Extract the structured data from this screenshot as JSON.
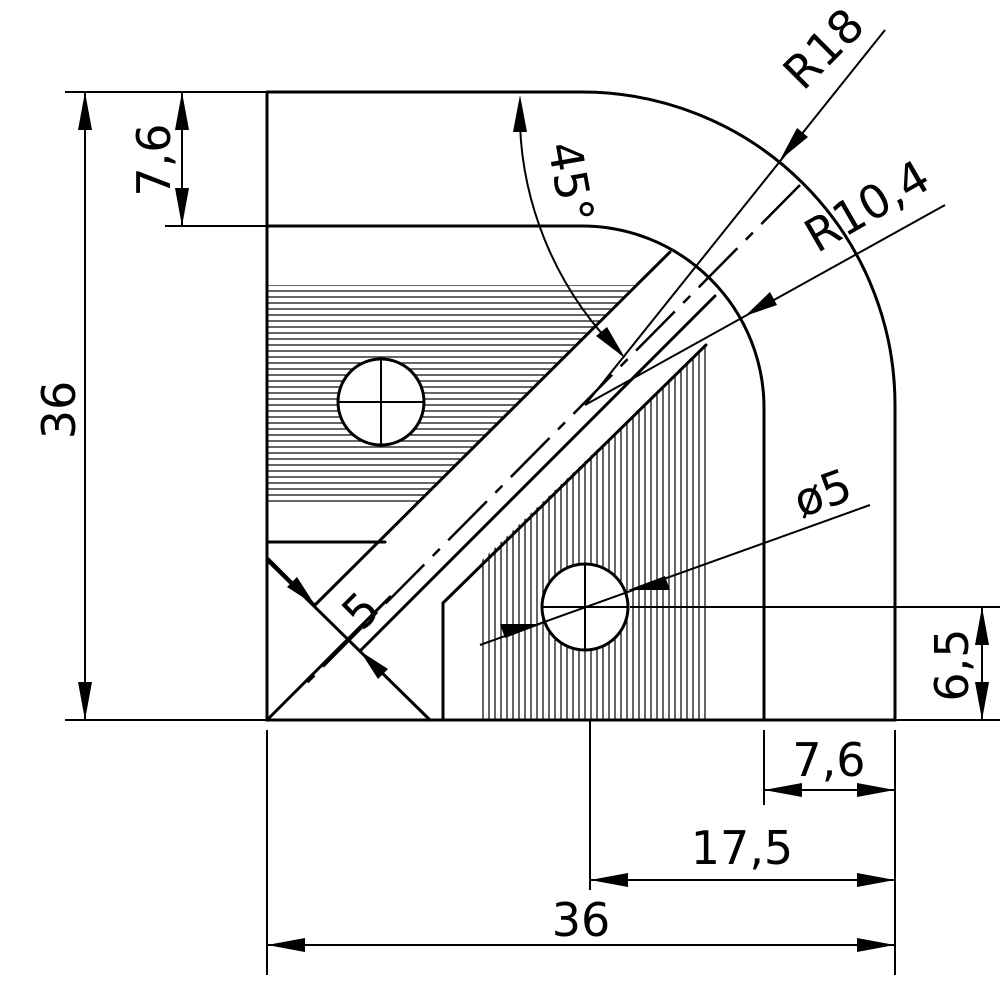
{
  "drawing": {
    "dimensions": {
      "height_total": "36",
      "top_band": "7,6",
      "angle": "45°",
      "outer_radius": "R18",
      "inner_radius": "R10,4",
      "hole_diameter": "ø5",
      "slot_width": "5",
      "hole_offset_vertical": "6,5",
      "right_band": "7,6",
      "hole_offset_horizontal": "17,5",
      "width_total": "36"
    }
  }
}
